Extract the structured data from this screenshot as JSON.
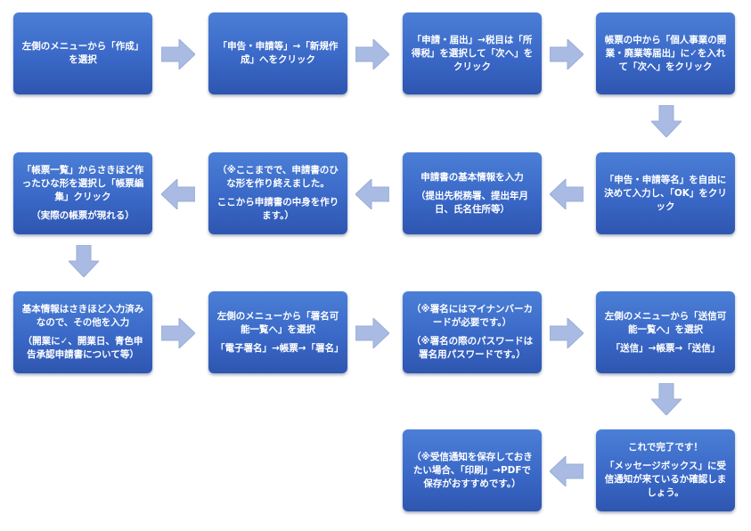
{
  "steps": [
    {
      "paras": [
        "左側のメニューから「作成」を選択"
      ]
    },
    {
      "paras": [
        "「申告・申請等」→「新規作成」へをクリック"
      ]
    },
    {
      "paras": [
        "「申請・届出」→税目は「所得税」を選択して「次へ」をクリック"
      ]
    },
    {
      "paras": [
        "帳票の中から「個人事業の開業・廃業等届出」に✓を入れて「次へ」をクリック"
      ]
    },
    {
      "paras": [
        "「帳票一覧」からさきほど作ったひな形を選択し「帳票編集」クリック",
        "（実際の帳票が現れる）"
      ]
    },
    {
      "paras": [
        "（※ここまでで、申請書のひな形を作り終えました。",
        "ここから申請書の中身を作ります。）"
      ]
    },
    {
      "paras": [
        "申請書の基本情報を入力",
        "（提出先税務署、提出年月日、氏名住所等）"
      ]
    },
    {
      "paras": [
        "「申告・申請等名」を自由に決めて入力し、「OK」をクリック"
      ]
    },
    {
      "paras": [
        "基本情報はさきほど入力済みなので、その他を入力",
        "（開業に✓、開業日、青色申告承認申請書について等）"
      ]
    },
    {
      "paras": [
        "左側のメニューから「署名可能一覧へ」を選択",
        "「電子署名」→帳票→「署名」"
      ]
    },
    {
      "paras": [
        "（※署名にはマイナンバーカードが必要です。）",
        "（※署名の際のパスワードは署名用パスワードです。）"
      ]
    },
    {
      "paras": [
        "左側のメニューから「送信可能一覧へ」を選択",
        "「送信」→帳票→「送信」"
      ]
    },
    {
      "paras": [
        "（※受信通知を保存しておきたい場合、「印刷」→PDFで保存がおすすめです。）"
      ]
    },
    {
      "paras": [
        "これで完了です！",
        "「メッセージボックス」に受信通知が来ているか確認しましょう。"
      ]
    }
  ]
}
